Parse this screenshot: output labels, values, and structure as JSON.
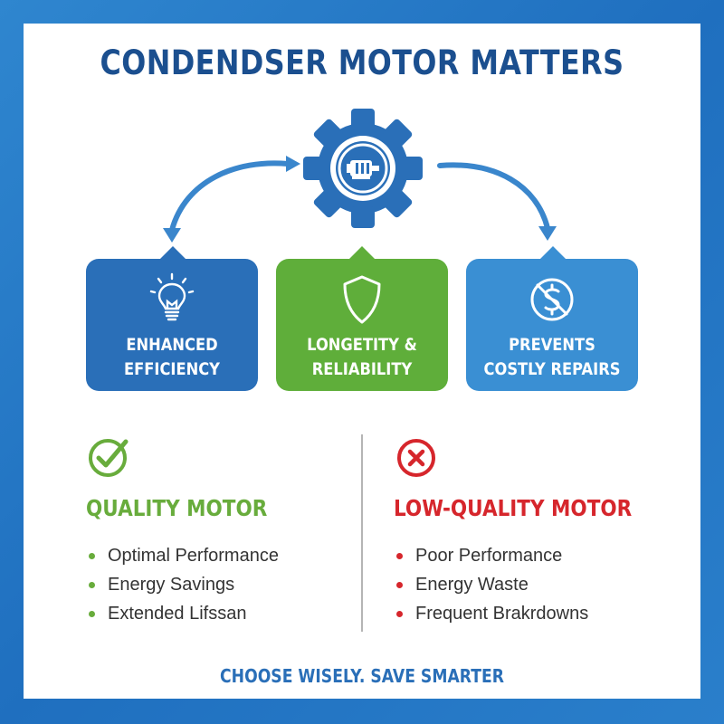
{
  "title": "CONDENDSER MOTOR MATTERS",
  "center_icon": "gear-motor-icon",
  "benefits": [
    {
      "line1": "ENHANCED",
      "line2": "EFFICIENCY",
      "icon": "lightbulb-icon",
      "color": "#2a6fb8"
    },
    {
      "line1": "LONGETITY &",
      "line2": "RELIABILITY",
      "icon": "shield-icon",
      "color": "#5fae3a"
    },
    {
      "line1": "PREVENTS",
      "line2": "COSTLY REPAIRS",
      "icon": "no-dollar-icon",
      "color": "#3a8fd3"
    }
  ],
  "comparison": {
    "quality": {
      "title": "QUALITY MOTOR",
      "icon": "check-circle-icon",
      "color": "#68ac3c",
      "items": [
        "Optimal Performance",
        "Energy Savings",
        "Extended Lifssan"
      ]
    },
    "low_quality": {
      "title": "LOW-QUALITY MOTOR",
      "icon": "x-circle-icon",
      "color": "#d6262c",
      "items": [
        "Poor Performance",
        "Energy Waste",
        "Frequent Brakrdowns"
      ]
    }
  },
  "footer": "CHOOSE WISELY. SAVE SMARTER",
  "colors": {
    "frame": "#2a7fcb",
    "title": "#1b4f8f",
    "accent": "#2a6fb8"
  }
}
